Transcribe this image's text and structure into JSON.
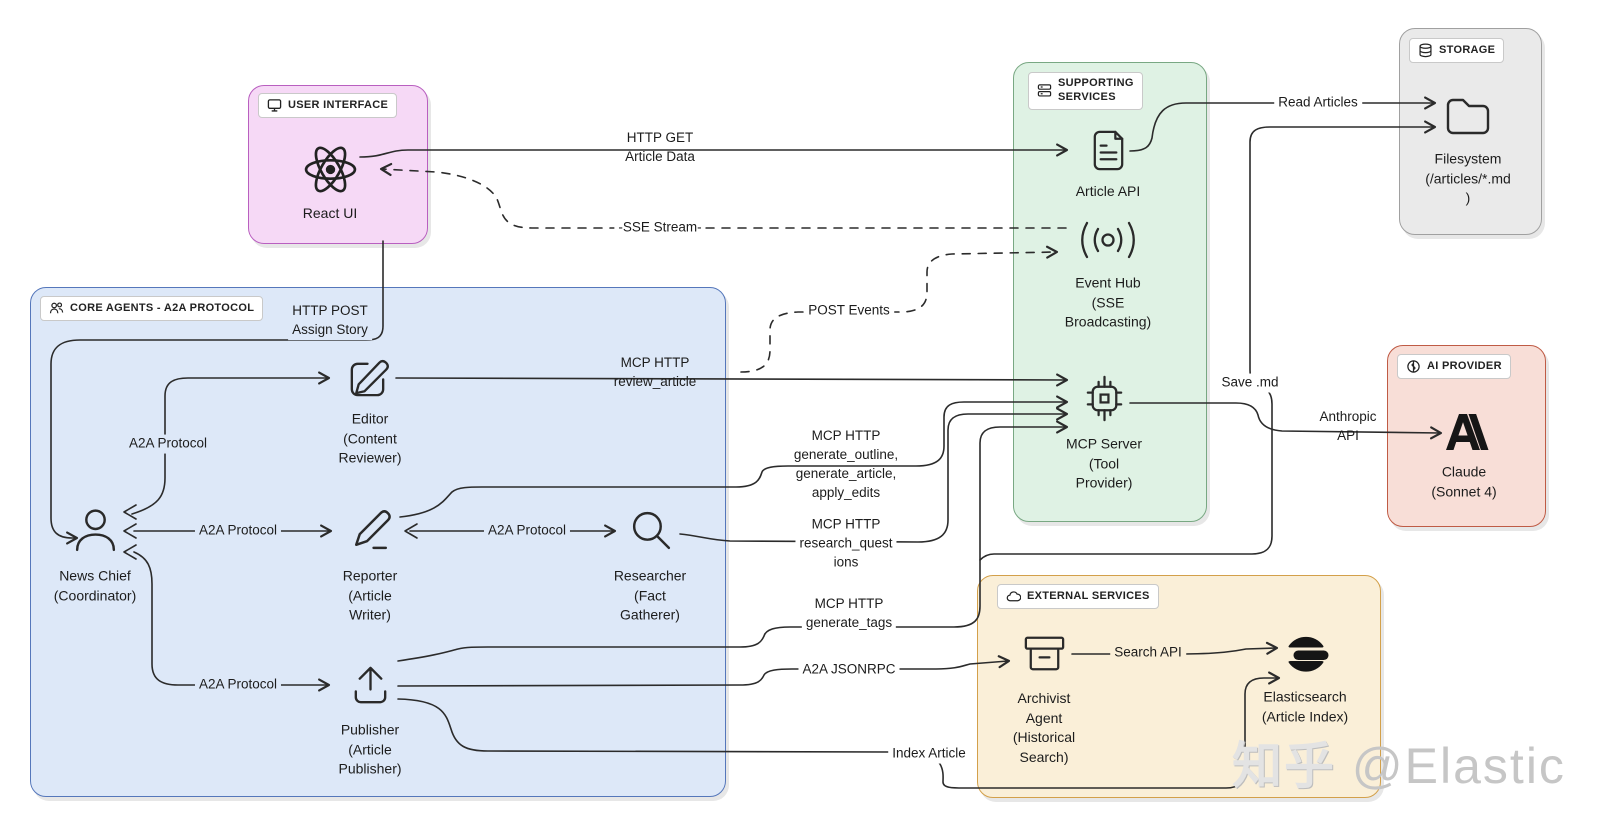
{
  "diagram": {
    "groups": {
      "user_interface": {
        "label": "USER INTERFACE",
        "icon": "monitor-icon",
        "fill": "#f6d9f6",
        "border": "#b95fc0"
      },
      "core_agents": {
        "label": "CORE AGENTS - A2A PROTOCOL",
        "icon": "people-icon",
        "fill": "#dde8f8",
        "border": "#5577bb"
      },
      "supporting_services": {
        "label": "SUPPORTING\nSERVICES",
        "icon": "servers-icon",
        "fill": "#dff2e4",
        "border": "#79a883"
      },
      "storage": {
        "label": "STORAGE",
        "icon": "database-icon",
        "fill": "#eaeaea",
        "border": "#a0a0a0"
      },
      "ai_provider": {
        "label": "AI PROVIDER",
        "icon": "brain-icon",
        "fill": "#f8ded7",
        "border": "#bf5b45"
      },
      "external_services": {
        "label": "EXTERNAL SERVICES",
        "icon": "cloud-icon",
        "fill": "#faefd8",
        "border": "#d3a04a"
      }
    },
    "nodes": {
      "react_ui": {
        "label": "React UI",
        "icon": "react-icon"
      },
      "editor": {
        "label": "Editor\n(Content\nReviewer)",
        "icon": "edit-square-icon"
      },
      "news_chief": {
        "label": "News Chief\n(Coordinator)",
        "icon": "person-icon"
      },
      "reporter": {
        "label": "Reporter\n(Article\nWriter)",
        "icon": "pencil-icon"
      },
      "researcher": {
        "label": "Researcher\n(Fact\nGatherer)",
        "icon": "magnifier-icon"
      },
      "publisher": {
        "label": "Publisher\n(Article\nPublisher)",
        "icon": "upload-icon"
      },
      "article_api": {
        "label": "Article API",
        "icon": "document-icon"
      },
      "event_hub": {
        "label": "Event Hub\n(SSE\nBroadcasting)",
        "icon": "broadcast-icon"
      },
      "mcp_server": {
        "label": "MCP Server\n(Tool\nProvider)",
        "icon": "chip-icon"
      },
      "filesystem": {
        "label": "Filesystem\n(/articles/*.md\n)",
        "icon": "folder-icon"
      },
      "claude": {
        "label": "Claude\n(Sonnet 4)",
        "icon": "anthropic-logo"
      },
      "archivist": {
        "label": "Archivist\nAgent\n(Historical\nSearch)",
        "icon": "archive-box-icon"
      },
      "elasticsearch": {
        "label": "Elasticsearch\n(Article Index)",
        "icon": "elastic-logo"
      }
    },
    "edges": {
      "http_get": {
        "label": "HTTP GET\nArticle Data"
      },
      "sse_stream": {
        "label": "-SSE Stream-"
      },
      "post_events": {
        "label": "POST Events"
      },
      "http_post": {
        "label": "HTTP POST\nAssign Story"
      },
      "a2a_editor": {
        "label": "A2A Protocol"
      },
      "a2a_reporter": {
        "label": "A2A Protocol"
      },
      "a2a_researcher": {
        "label": "A2A Protocol"
      },
      "a2a_publisher": {
        "label": "A2A Protocol"
      },
      "review_article": {
        "label": "MCP HTTP\nreview_article"
      },
      "generate_outline": {
        "label": "MCP HTTP\ngenerate_outline,\ngenerate_article,\napply_edits"
      },
      "research_questions": {
        "label": "MCP HTTP\nresearch_quest\nions"
      },
      "generate_tags": {
        "label": "MCP HTTP\ngenerate_tags"
      },
      "a2a_jsonrpc": {
        "label": "A2A JSONRPC"
      },
      "read_articles": {
        "label": "Read Articles"
      },
      "save_md": {
        "label": "Save .md"
      },
      "anthropic_api": {
        "label": "Anthropic\nAPI"
      },
      "search_api": {
        "label": "Search API"
      },
      "index_article": {
        "label": "Index Article"
      }
    },
    "watermark": {
      "cjk": "知乎",
      "handle": "@Elastic"
    }
  }
}
